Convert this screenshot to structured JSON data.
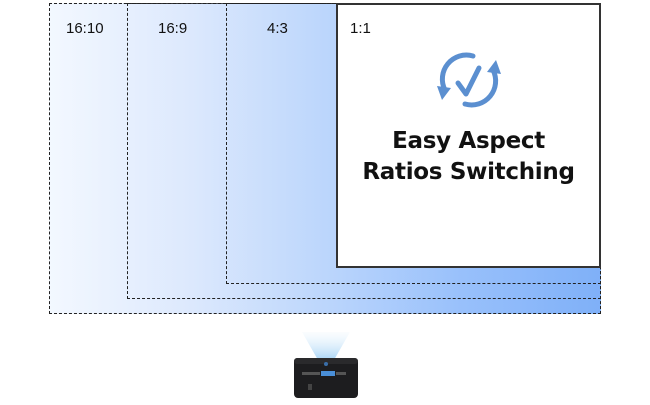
{
  "ratios": {
    "r16_10": "16:10",
    "r16_9": "16:9",
    "r4_3": "4:3",
    "r1_1": "1:1"
  },
  "headline": {
    "line1": "Easy Aspect",
    "line2": "Ratios Switching"
  },
  "icons": {
    "switch": "refresh-check-icon",
    "device": "projector-image"
  },
  "colors": {
    "gradient_start": "#f3f8ff",
    "gradient_end": "#7fb0f8",
    "icon_blue": "#5b8fd0",
    "frame_border": "#222222",
    "text": "#111111"
  }
}
